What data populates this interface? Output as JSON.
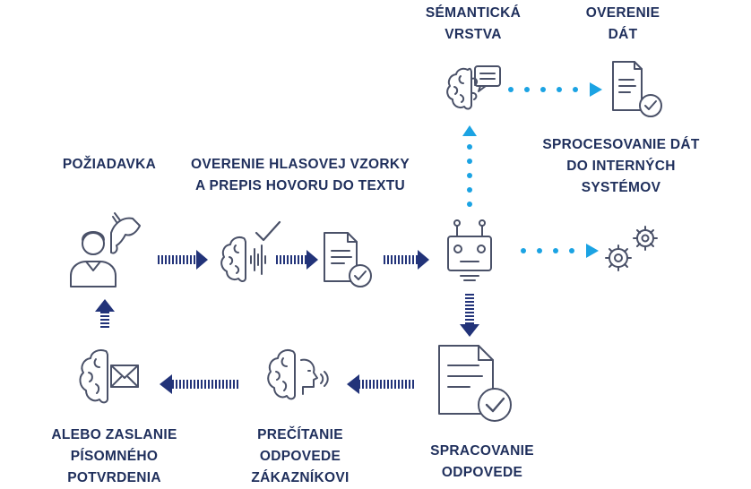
{
  "labels": {
    "semantic_layer": [
      "SÉMANTICKÁ",
      "VRSTVA"
    ],
    "data_verification": [
      "OVERENIE",
      "DÁT"
    ],
    "data_processing": [
      "SPROCESOVANIE DÁT",
      "DO INTERNÝCH",
      "SYSTÉMOV"
    ],
    "request": [
      "POŽIADAVKA"
    ],
    "voice_verification": [
      "OVERENIE HLASOVEJ VZORKY",
      "A PREPIS HOVORU DO TEXTU"
    ],
    "response_processing": [
      "SPRACOVANIE",
      "ODPOVEDE"
    ],
    "reading_response": [
      "PREČÍTANIE",
      "ODPOVEDE",
      "ZÁKAZNÍKOVI"
    ],
    "written_confirmation": [
      "ALEBO ZASLANIE",
      "PÍSOMNÉHO",
      "POTVRDENIA"
    ]
  },
  "colors": {
    "label_navy": "#1f2f5c",
    "icon_stroke": "#4a5168",
    "flow_arrow": "#223379",
    "data_dots": "#1ba3e3"
  },
  "icons": [
    "semantic-brain-chat-icon",
    "document-check-icon",
    "customer-phone-icon",
    "brain-voice-check-icon",
    "transcript-document-icon",
    "chatbot-robot-icon",
    "gears-icon",
    "response-document-icon",
    "brain-speaking-icon",
    "brain-mail-icon"
  ]
}
